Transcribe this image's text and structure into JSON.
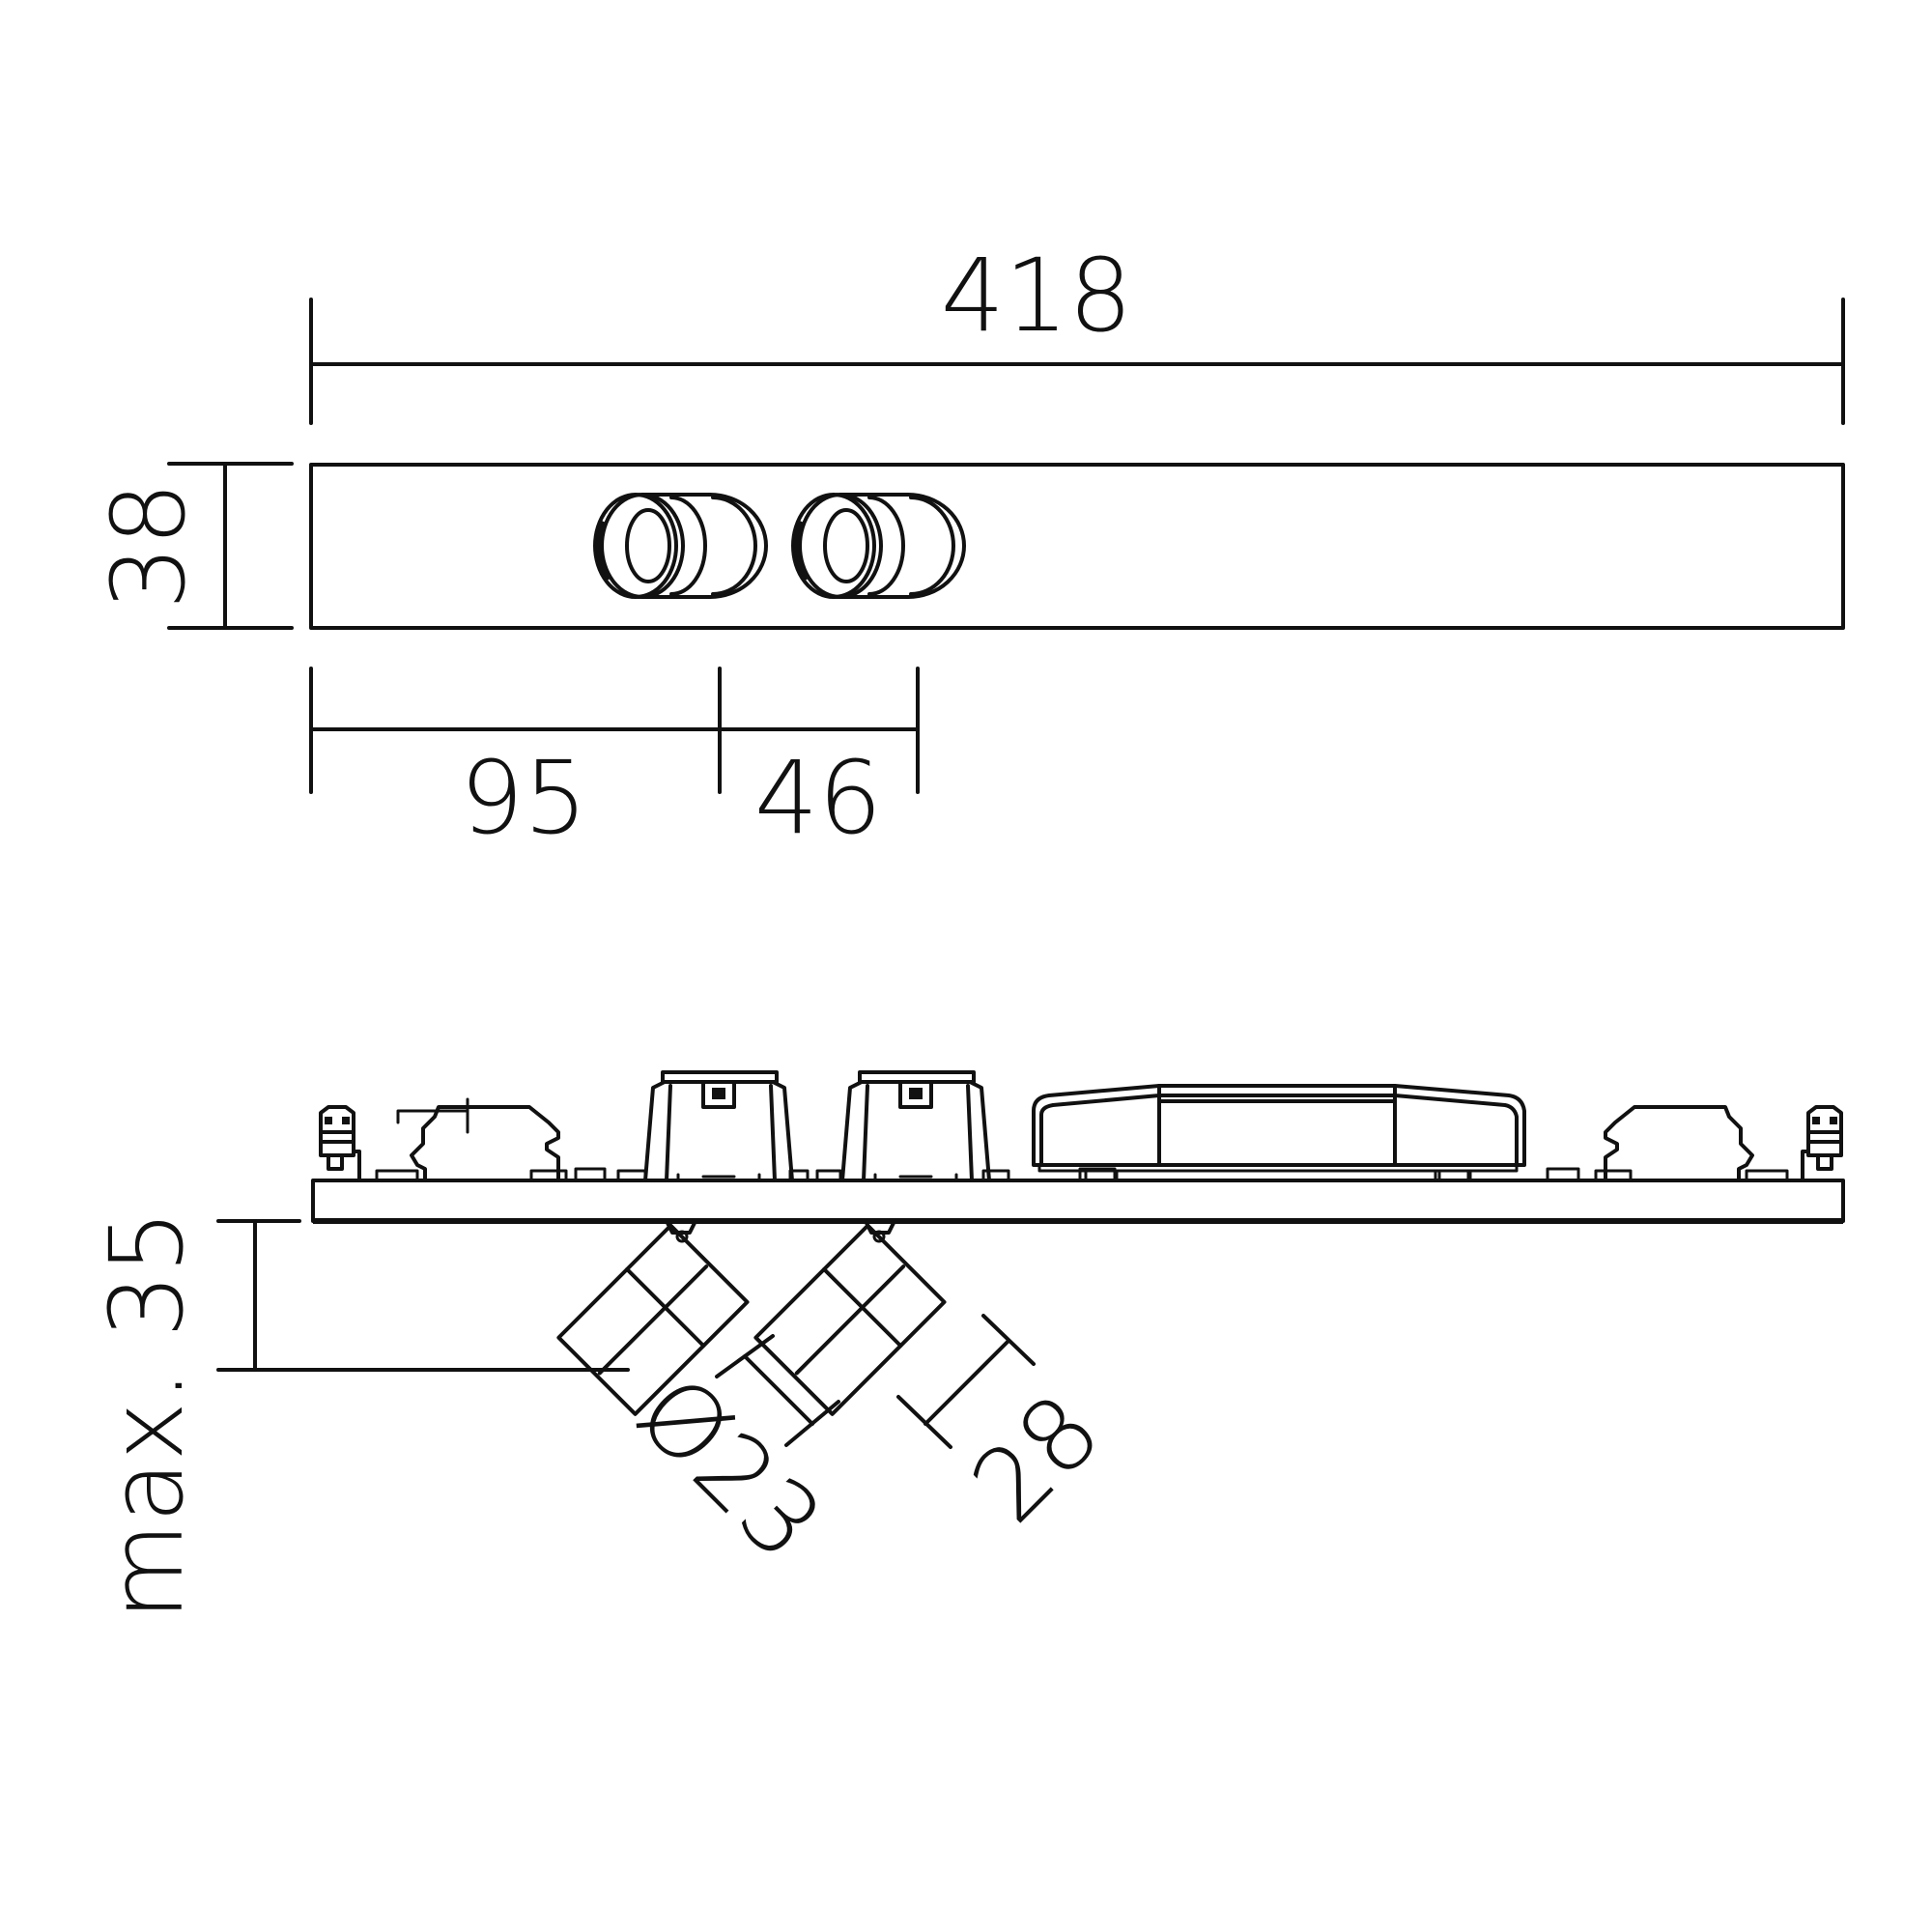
{
  "dimensions": {
    "total_length": "418",
    "height": "38",
    "offset_first_spot": "95",
    "spot_spacing": "46",
    "max_projection": "max. 35",
    "spot_diameter": "Ø23",
    "spot_length": "28"
  },
  "colors": {
    "line": "#111111",
    "background": "#ffffff"
  }
}
